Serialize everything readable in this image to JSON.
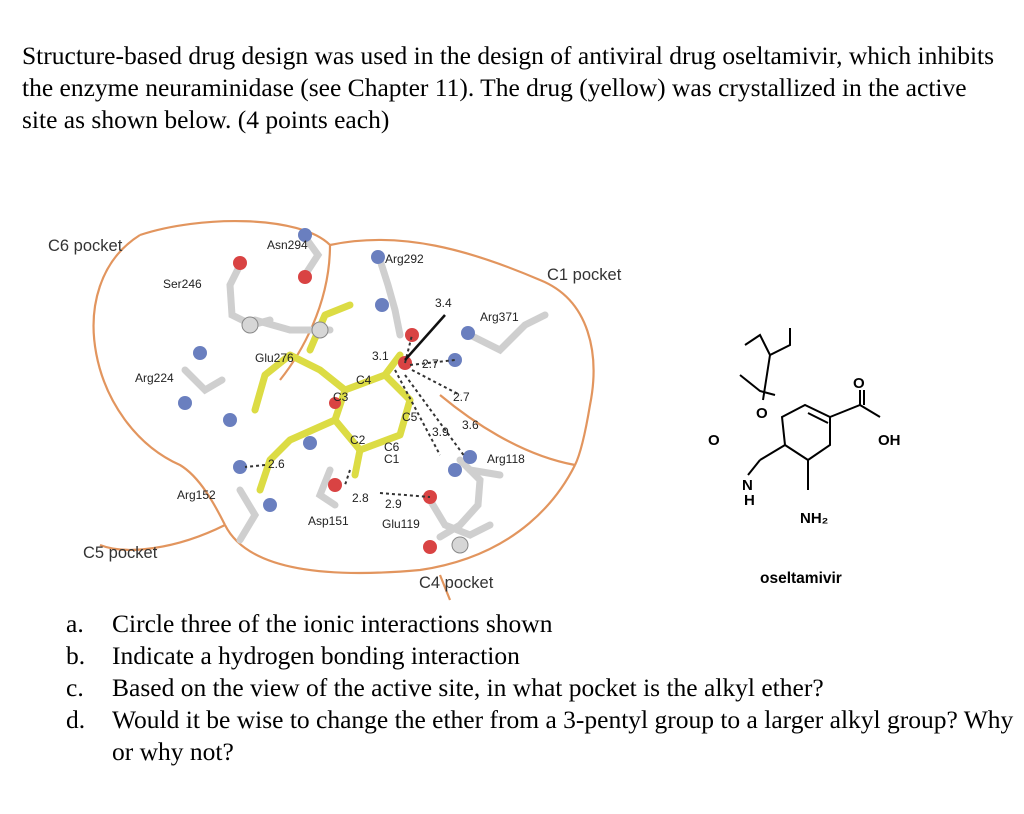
{
  "intro": "Structure-based drug design was used in the design of antiviral drug oseltamivir, which inhibits the enzyme neuraminidase (see Chapter 11). The drug (yellow) was crystallized in the active site as shown below. (4 points each)",
  "figure": {
    "pockets": {
      "c6": "C6 pocket",
      "c1": "C1 pocket",
      "c5": "C5 pocket",
      "c4": "C4 pocket"
    },
    "residues": [
      "Asn294",
      "Arg292",
      "Ser246",
      "Arg371",
      "Glu276",
      "Arg224",
      "Arg118",
      "Arg152",
      "Asp151",
      "Glu119"
    ],
    "carbons": [
      "C1",
      "C2",
      "C3",
      "C4",
      "C5",
      "C6"
    ],
    "distances": [
      "3.4",
      "3.1",
      "2.7",
      "2.7",
      "3.6",
      "3.9",
      "2.6",
      "2.8",
      "2.9"
    ],
    "colors": {
      "drug": "#dcdc44",
      "pocket_outline": "#e2955e",
      "nitrogen": "#6a7fbf",
      "oxygen": "#d94343",
      "carbon": "#d6d6d6"
    }
  },
  "structure": {
    "oxygen": "O",
    "hydroxyl": "OH",
    "carbonyl_o": "O",
    "amine_n": "N",
    "amine_h": "H",
    "amine": "NH₂",
    "name": "oseltamivir"
  },
  "questions": [
    {
      "marker": "a.",
      "text": "Circle three of the ionic interactions shown"
    },
    {
      "marker": "b.",
      "text": "Indicate a hydrogen bonding interaction"
    },
    {
      "marker": "c.",
      "text": "Based on the view of the active site, in what pocket is the alkyl ether?"
    },
    {
      "marker": "d.",
      "text": "Would it be wise to change the ether from a 3-pentyl group to a larger alkyl group? Why or why not?"
    }
  ]
}
